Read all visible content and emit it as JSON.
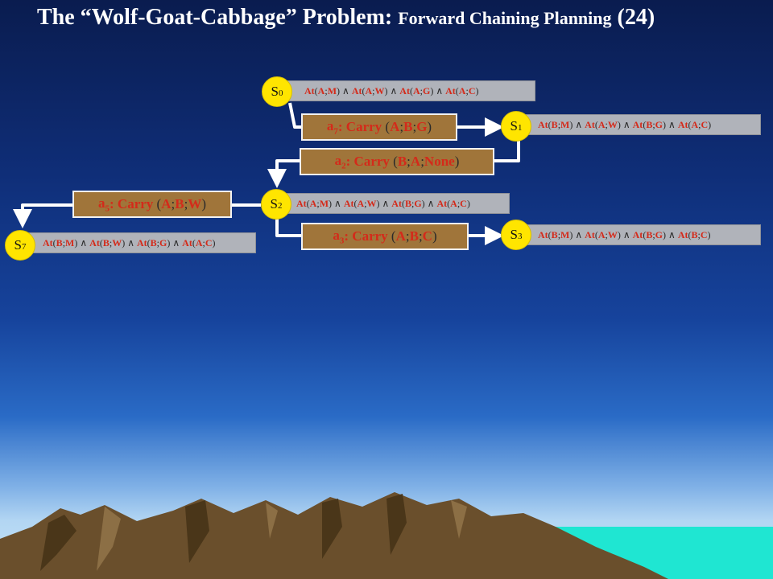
{
  "title": {
    "prefix": "The “Wolf-Goat-Cabbage” Problem: ",
    "subtitle": "Forward Chaining Planning",
    "page": "(24)"
  },
  "states": {
    "s0": {
      "label": "S",
      "sub": "0",
      "preds": [
        [
          "A",
          "M"
        ],
        [
          "A",
          "W"
        ],
        [
          "A",
          "G"
        ],
        [
          "A",
          "C"
        ]
      ]
    },
    "s1": {
      "label": "S",
      "sub": "1",
      "preds": [
        [
          "B",
          "M"
        ],
        [
          "A",
          "W"
        ],
        [
          "B",
          "G"
        ],
        [
          "A",
          "C"
        ]
      ]
    },
    "s2": {
      "label": "S",
      "sub": "2",
      "preds": [
        [
          "A",
          "M"
        ],
        [
          "A",
          "W"
        ],
        [
          "B",
          "G"
        ],
        [
          "A",
          "C"
        ]
      ]
    },
    "s3": {
      "label": "S",
      "sub": "3",
      "preds": [
        [
          "B",
          "M"
        ],
        [
          "A",
          "W"
        ],
        [
          "B",
          "G"
        ],
        [
          "B",
          "C"
        ]
      ]
    },
    "s7": {
      "label": "S",
      "sub": "7",
      "preds": [
        [
          "B",
          "M"
        ],
        [
          "B",
          "W"
        ],
        [
          "B",
          "G"
        ],
        [
          "A",
          "C"
        ]
      ]
    }
  },
  "pred_name": "At",
  "and_symbol": "∧",
  "actions": {
    "a7": {
      "name": "a",
      "sub": "7",
      "verb": ": Carry ",
      "args": [
        "A",
        "B",
        "G"
      ]
    },
    "a2": {
      "name": "a",
      "sub": "2",
      "verb": ": Carry ",
      "args": [
        "B",
        "A",
        "None"
      ]
    },
    "a3": {
      "name": "a",
      "sub": "3",
      "verb": ": Carry ",
      "args": [
        "A",
        "B",
        "C"
      ]
    },
    "a5": {
      "name": "a",
      "sub": "5",
      "verb": ": Carry ",
      "args": [
        "A",
        "B",
        "W"
      ]
    }
  },
  "colors": {
    "circle": "#ffe500",
    "state_bar": "#b0b3ba",
    "action_box": "#a0753a",
    "text_red": "#d42a1a",
    "arrow": "#ffffff"
  }
}
